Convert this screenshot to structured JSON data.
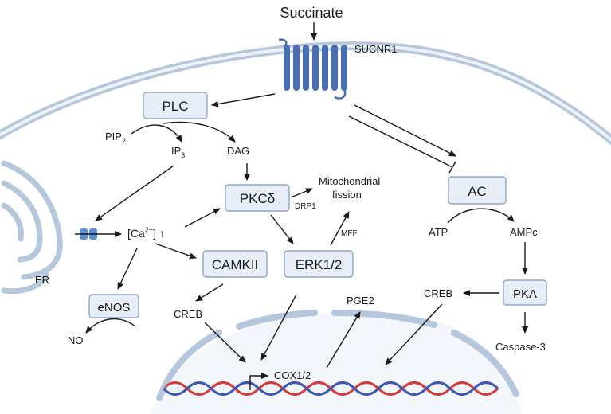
{
  "title": "Succinate",
  "receptor": "SUCNR1",
  "nodes": {
    "plc": "PLC",
    "pip2_main": "PIP",
    "pip2_sub": "2",
    "ip3_main": "IP",
    "ip3_sub": "3",
    "dag": "DAG",
    "pkcd": "PKCδ",
    "mito_line1": "Mitochondrial",
    "mito_line2": "fission",
    "drp1": "DRP1",
    "mff": "MFF",
    "erk": "ERK1/2",
    "ca_open": "[Ca",
    "ca_sup": "2+",
    "ca_close": "] ↑",
    "camkii": "CAMKII",
    "er": "ER",
    "enos": "eNOS",
    "no": "NO",
    "creb_left": "CREB",
    "cox": "COX1/2",
    "pge2": "PGE2",
    "ac": "AC",
    "atp": "ATP",
    "ampc": "AMPc",
    "pka": "PKA",
    "creb_right": "CREB",
    "caspase": "Caspase-3"
  },
  "colors": {
    "membrane": "#b5c7dc",
    "box_fill": "#e7eef8",
    "box_stroke": "#8ea6c9",
    "receptor": "#4a6fb0",
    "dna_red": "#d63a3a",
    "dna_blue": "#3d56b8",
    "channel": "#5a8fd0"
  }
}
